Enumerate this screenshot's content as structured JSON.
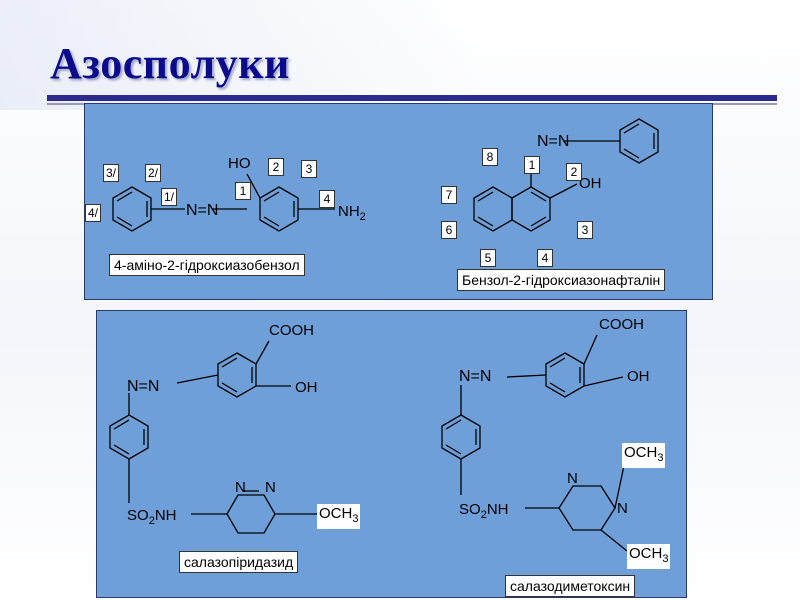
{
  "slide": {
    "title": "Азосполуки"
  },
  "panel1": {
    "left_compound": {
      "name": "4-аміно-2-гідроксиазобензол",
      "positions": [
        "3/",
        "2/",
        "1/",
        "4/",
        "1",
        "2",
        "3",
        "4"
      ],
      "azo": "N=N",
      "hydroxy": "HO",
      "amino": "NH",
      "amino_sub": "2"
    },
    "right_compound": {
      "name": "Бензол-2-гідроксиазонафталін",
      "positions": [
        "8",
        "1",
        "2",
        "7",
        "6",
        "3",
        "5",
        "4"
      ],
      "azo": "N=N",
      "hydroxy": "OH"
    }
  },
  "panel2": {
    "left_compound": {
      "name": "салазопіридазид",
      "carboxyl": "COOH",
      "hydroxy": "OH",
      "azo": "N=N",
      "sulfonamide": "SO",
      "sulfonamide_sub": "2",
      "sulfonamide_tail": "NH",
      "ring_n": "N",
      "methoxy": "OCH",
      "methoxy_sub": "3"
    },
    "right_compound": {
      "name": "салазодиметоксин",
      "carboxyl": "COOH",
      "hydroxy": "OH",
      "azo": "N=N",
      "sulfonamide": "SO",
      "sulfonamide_sub": "2",
      "sulfonamide_tail": "NH",
      "ring_n": "N",
      "methoxy": "OCH",
      "methoxy_sub": "3"
    }
  }
}
